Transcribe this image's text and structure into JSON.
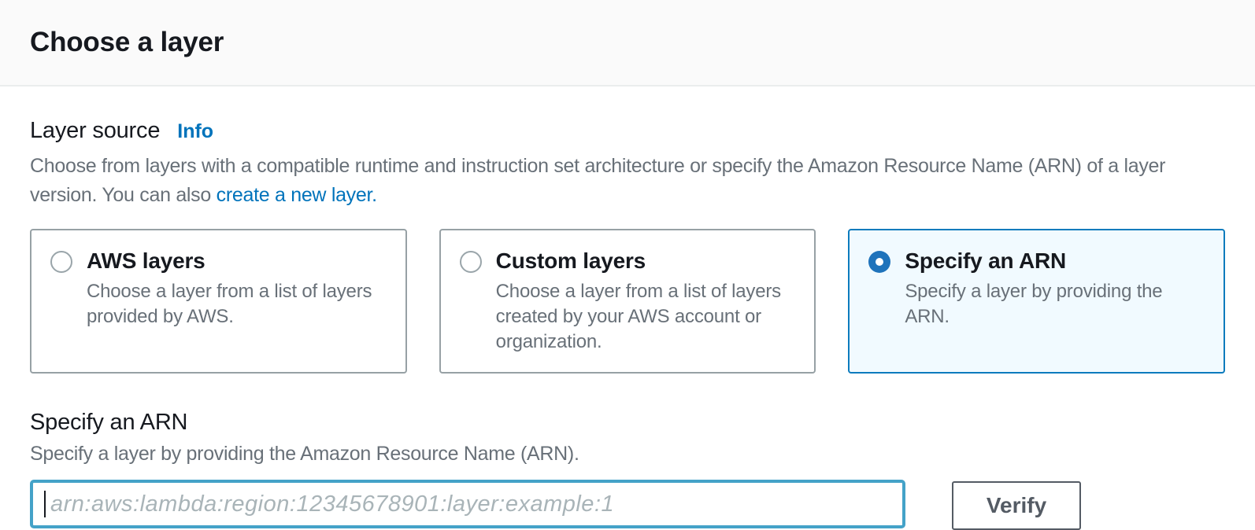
{
  "panel": {
    "title": "Choose a layer"
  },
  "layer_source": {
    "label": "Layer source",
    "info_link_label": "Info",
    "description_line1": "Choose from layers with a compatible runtime and instruction set architecture or specify the Amazon Resource Name (ARN) of a layer",
    "description_line2_prefix": "version. You can also ",
    "create_layer_link_label": "create a new layer.",
    "options": [
      {
        "title": "AWS layers",
        "description": "Choose a layer from a list of layers provided by AWS.",
        "selected": false
      },
      {
        "title": "Custom layers",
        "description": "Choose a layer from a list of layers created by your AWS account or organization.",
        "selected": false
      },
      {
        "title": "Specify an ARN",
        "description": "Specify a layer by providing the ARN.",
        "selected": true
      }
    ]
  },
  "arn_section": {
    "title": "Specify an ARN",
    "description": "Specify a layer by providing the Amazon Resource Name (ARN).",
    "arn_input": {
      "value": "",
      "placeholder": "arn:aws:lambda:region:12345678901:layer:example:1"
    },
    "verify_button_label": "Verify"
  },
  "colors": {
    "accent_blue": "#0073bb",
    "selected_tile_bg": "#f1faff",
    "selected_tile_border": "#0c7bbd",
    "focused_input_border": "#44a2c8",
    "header_bg": "#fafafa",
    "divider": "#eaeded",
    "primary_text": "#16191f",
    "secondary_text": "#687078",
    "tile_border": "#97a1a5",
    "button_border": "#545b64"
  }
}
